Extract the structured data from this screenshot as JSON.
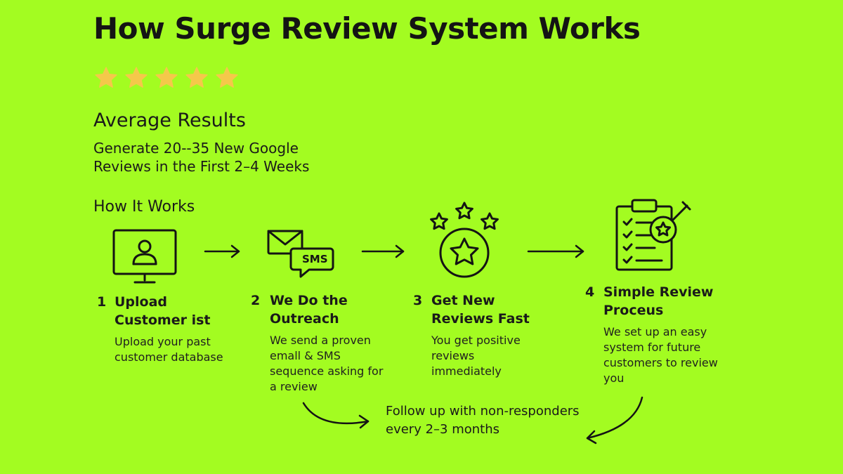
{
  "title": "How Surge Review System Works",
  "rating": {
    "stars": 5,
    "star_color": "#f5c84a"
  },
  "average_results": {
    "heading": "Average Results",
    "text": "Generate 20--35 New Google Reviews in the First 2–4 Weeks"
  },
  "how_it_works": {
    "heading": "How It Works",
    "steps": [
      {
        "number": "1",
        "title": "Upload Customer  ist",
        "description": "Upload your past customer database",
        "icon": "monitor-user-icon"
      },
      {
        "number": "2",
        "title": "We Do the Outreach",
        "description": "We send a proven emall & SMS sequence asking for a review",
        "icon": "email-sms-icon",
        "icon_label": "SMS"
      },
      {
        "number": "3",
        "title": "Get New Reviews Fast",
        "description": "You get positive reviews immediately",
        "icon": "stars-badge-icon"
      },
      {
        "number": "4",
        "title": "Simple Review Proceus",
        "description": "We set up an easy system for future customers to review you",
        "icon": "clipboard-review-icon"
      }
    ]
  },
  "followup": "Follow up with non-responders every 2–3 months",
  "colors": {
    "background": "#a3fc21",
    "ink": "#141414"
  }
}
